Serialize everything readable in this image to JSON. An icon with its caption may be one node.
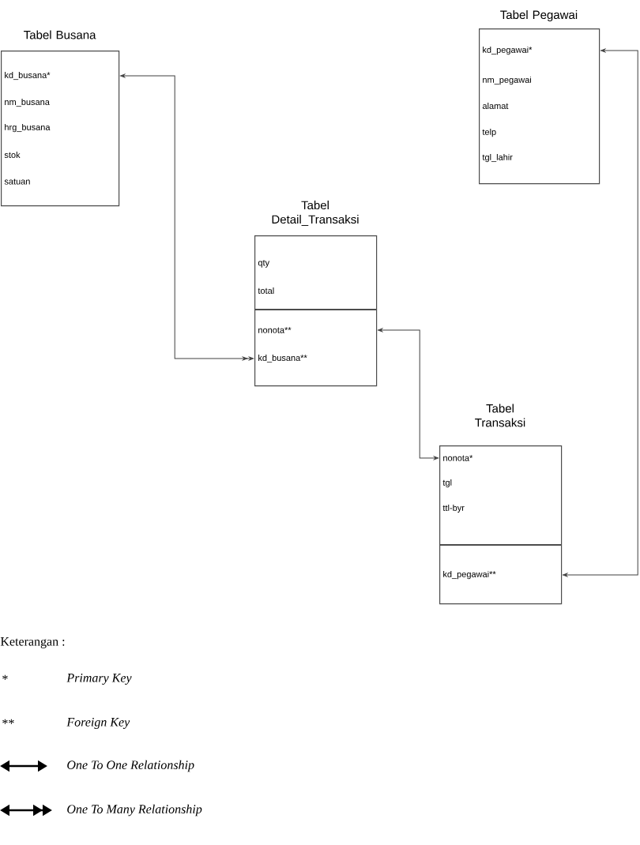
{
  "diagram": {
    "nodes": [
      {
        "text": [
          "Tabel Busana",
          "kd_busana*",
          "nm_busana",
          "hrg_busana",
          "stok",
          "satuan"
        ]
      },
      {
        "text": [
          "Tabel Pegawai",
          "kd_pegawai*",
          "nm_pegawai",
          "alamat",
          "telp",
          "tgl_lahir"
        ]
      },
      {
        "text": [
          "Tabel Detail_Transaksi",
          "qty",
          "total",
          "nonota**",
          "kd_busana**"
        ]
      },
      {
        "text": [
          "Tabel Transaksi",
          "nonota*",
          "tgl",
          "ttl-byr",
          "kd_pegawai**"
        ]
      }
    ],
    "edges": [
      {
        "from": 0,
        "to": 2,
        "arrow": "both"
      },
      {
        "from": 2,
        "to": 3,
        "arrow": "both"
      },
      {
        "from": 1,
        "to": 3,
        "arrow": "both"
      }
    ],
    "labels": [
      "Keterangan :",
      "*",
      "**"
    ],
    "legend": [
      {
        "text": "Primary Key"
      },
      {
        "text": "Foreign Key"
      },
      {
        "text": "One To One Relationship"
      },
      {
        "text": "One To Many Relationship"
      }
    ]
  }
}
